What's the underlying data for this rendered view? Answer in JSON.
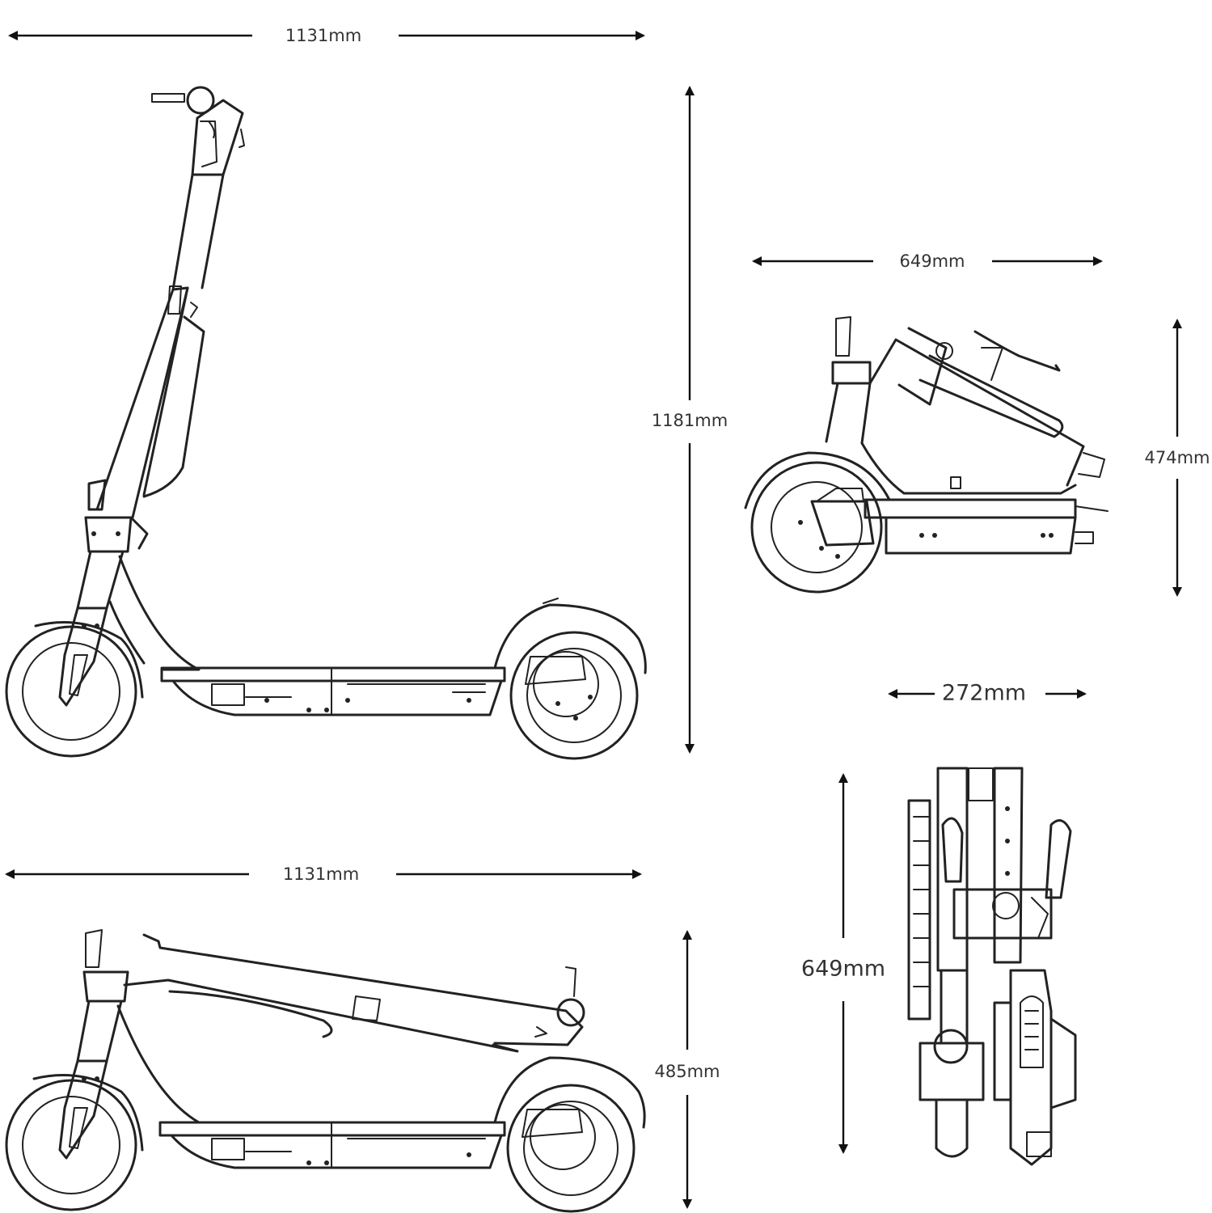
{
  "dimensions": {
    "unfolded_length": "1131mm",
    "unfolded_height": "1181mm",
    "folded_side_length": "649mm",
    "folded_side_height": "474mm",
    "top_view_width": "272mm",
    "top_view_length": "649mm",
    "folded_length": "1131mm",
    "folded_height": "485mm"
  }
}
